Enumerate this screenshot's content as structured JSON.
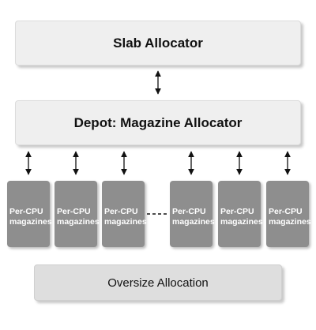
{
  "diagram": {
    "slab": {
      "label": "Slab Allocator"
    },
    "depot": {
      "label": "Depot: Magazine Allocator"
    },
    "magazines": [
      {
        "line1": "Per-CPU",
        "line2": "magazines"
      },
      {
        "line1": "Per-CPU",
        "line2": "magazines"
      },
      {
        "line1": "Per-CPU",
        "line2": "magazines"
      },
      {
        "line1": "Per-CPU",
        "line2": "magazines"
      },
      {
        "line1": "Per-CPU",
        "line2": "magazines"
      },
      {
        "line1": "Per-CPU",
        "line2": "magazines"
      }
    ],
    "oversize": {
      "label": "Oversize Allocation"
    }
  }
}
